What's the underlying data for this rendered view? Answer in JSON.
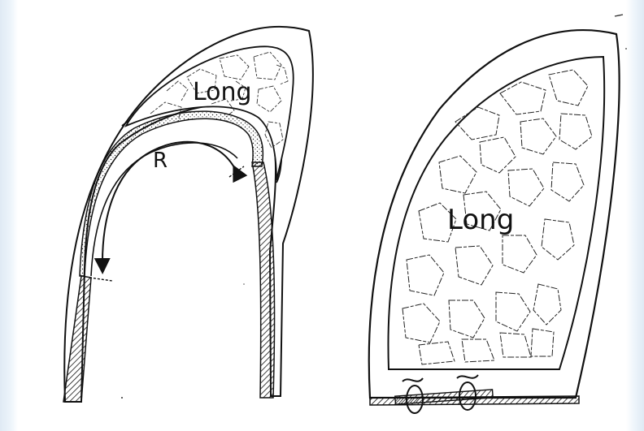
{
  "figure": {
    "left_panel": {
      "label_top": "Long",
      "label_radius": "R"
    },
    "right_panel": {
      "label_center": "Long"
    }
  },
  "colors": {
    "ink": "#111111",
    "paper": "#ffffff",
    "margin": "#dfeaf4"
  }
}
